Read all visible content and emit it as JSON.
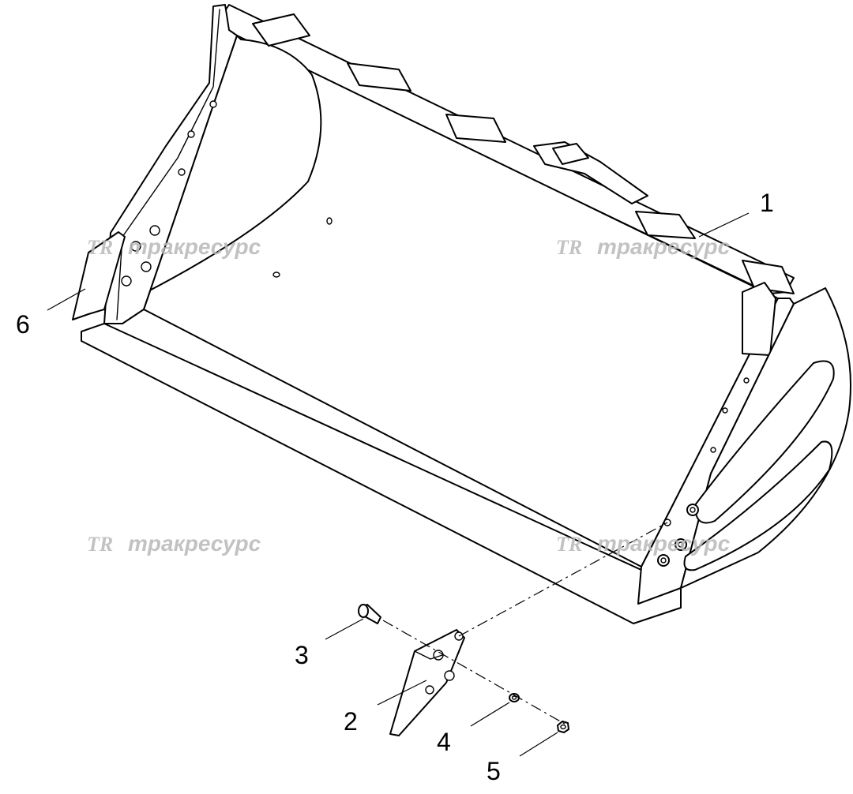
{
  "diagram": {
    "callouts": [
      {
        "id": "1",
        "label": "1"
      },
      {
        "id": "2",
        "label": "2"
      },
      {
        "id": "3",
        "label": "3"
      },
      {
        "id": "4",
        "label": "4"
      },
      {
        "id": "5",
        "label": "5"
      },
      {
        "id": "6",
        "label": "6"
      }
    ],
    "watermark": {
      "logo": "TR",
      "text": "тракресурс"
    },
    "colors": {
      "line": "#000000",
      "watermark": "#b8b8b8",
      "background": "#ffffff"
    }
  }
}
